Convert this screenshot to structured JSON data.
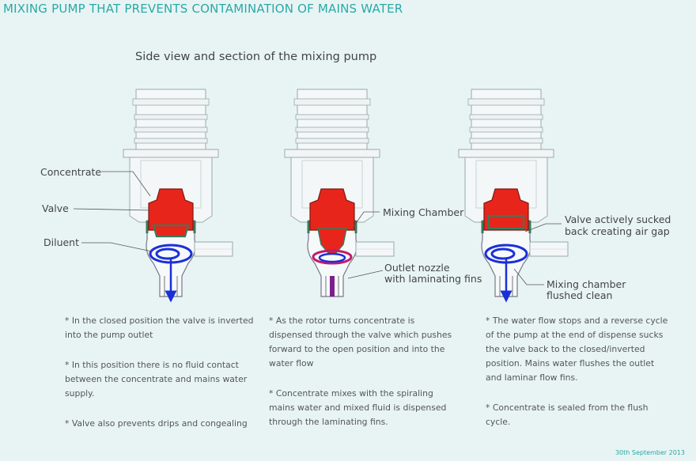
{
  "header": {
    "title": "MIXING PUMP THAT PREVENTS CONTAMINATION OF MAINS WATER",
    "subtitle": "Side view and section of the mixing pump"
  },
  "labels": {
    "concentrate": "Concentrate",
    "valve": "Valve",
    "diluent": "Diluent",
    "mixing_chamber": "Mixing Chamber",
    "outlet_nozzle_1": "Outlet nozzle",
    "outlet_nozzle_2": "with laminating fins",
    "valve_sucked_1": "Valve actively sucked",
    "valve_sucked_2": "back creating air gap",
    "flushed_1": "Mixing chamber",
    "flushed_2": "flushed clean"
  },
  "descriptions": {
    "col1": [
      "*  In the closed position the valve is inverted into the pump outlet",
      "*  In this position there is no fluid contact between the concentrate and mains water supply.",
      "*  Valve also prevents drips and congealing"
    ],
    "col2": [
      "*  As the rotor turns concentrate is dispensed through the valve which pushes forward to the open position and into the water flow",
      "*  Concentrate mixes with the spiraling mains water and mixed fluid is dispensed through the laminating fins."
    ],
    "col3": [
      "*  The water flow stops and a reverse cycle of the pump at the end of dispense sucks the valve back to the closed/inverted position. Mains water flushes the outlet and laminar flow fins.",
      "*  Concentrate is sealed from the flush cycle."
    ]
  },
  "footer": {
    "date": "30th September 2013"
  },
  "colors": {
    "accent": "#2aa9a6",
    "concentrate": "#e8251b",
    "water": "#1b2fd8",
    "mix": "#7a1f8c",
    "seal": "#3a7a5a"
  }
}
